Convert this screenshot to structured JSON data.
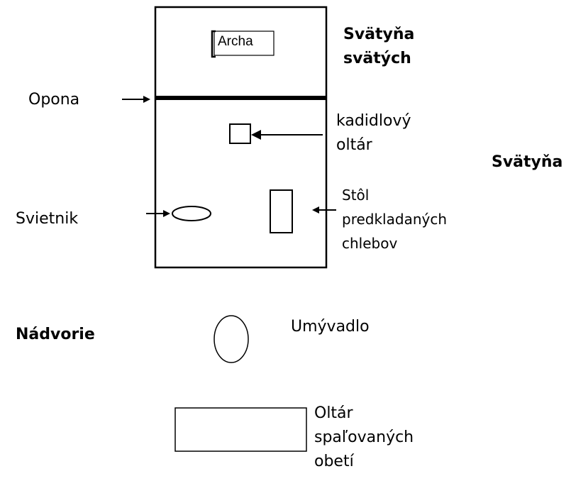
{
  "labels": {
    "archa": "Archa",
    "svatyna_svatych": [
      "Svätyňa",
      "svätých"
    ],
    "opona": "Opona",
    "kadidlovy_oltar": [
      "kadidlový",
      "oltár"
    ],
    "svatyna": "Svätyňa",
    "svietnik": "Svietnik",
    "stol": [
      "Stôl",
      "predkladaných",
      "chlebov"
    ],
    "nadvorie": "Nádvorie",
    "umyvadlo": "Umývadlo",
    "oltar_spalovanych": [
      "Oltár",
      "spaľovaných",
      "obetí"
    ]
  }
}
